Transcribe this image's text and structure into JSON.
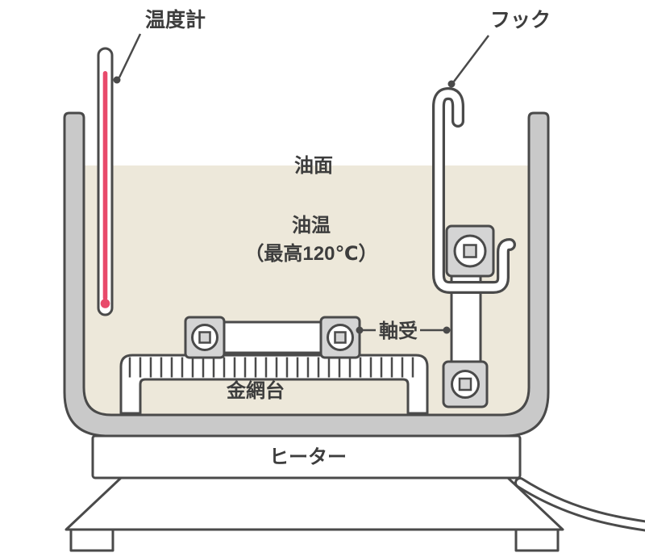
{
  "labels": {
    "thermometer": "温度計",
    "hook": "フック",
    "oil_surface": "油面",
    "oil_temp_line1": "油温",
    "oil_temp_line2": "（最高120℃）",
    "bearing": "軸受",
    "wire_mesh_stand": "金網台",
    "heater": "ヒーター"
  },
  "colors": {
    "background": "#ffffff",
    "outline": "#4a4a4a",
    "tank_wall": "#c9c9c9",
    "oil": "#ede8da",
    "bearing_fill": "#d4d4d4",
    "thermometer_red": "#e84a6b",
    "text": "#3d3d3d"
  }
}
